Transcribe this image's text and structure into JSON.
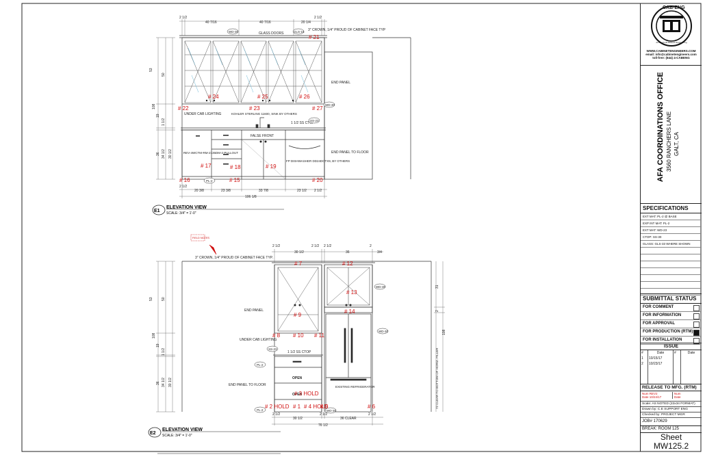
{
  "title_block": {
    "logo_text": "CAB-ENG",
    "logo_subtext": "Architectural Millwork Engineering",
    "website": "WWW.CABINETENGINEERS.COM",
    "email": "email: info@cabinetengineers.com",
    "phone": "toll-free: (844) 4-CABENG",
    "project_name": "AFA COORDINATIONS OFFICE",
    "address_line1": "3560 RANCHERS LANE",
    "address_line2": "GALT, CA",
    "specifications_title": "SPECIFICATIONS",
    "specs": [
      "EXT MAT: PL-2 @ BASE",
      "EXP INT MAT: PL-2",
      "EXT MAT: WD-23",
      "CTOP: SS-30",
      "GLASS: GLS-33 WHERE SHOWN"
    ],
    "submittal_title": "SUBMITTAL STATUS",
    "submittal_items": [
      {
        "label": "FOR COMMENT",
        "checked": false
      },
      {
        "label": "FOR INFORMATION",
        "checked": false
      },
      {
        "label": "FOR APPROVAL",
        "checked": false
      },
      {
        "label": "FOR PRODUCTION (RTM)",
        "checked": true
      },
      {
        "label": "FOR INSTALLATION",
        "checked": false
      }
    ],
    "issue_title": "ISSUE",
    "issue_headers": [
      "#",
      "Date",
      "#",
      "Date"
    ],
    "issue_rows": [
      [
        "1",
        "10/15/17",
        "",
        ""
      ],
      [
        "2",
        "10/23/17",
        "",
        ""
      ]
    ],
    "release_title": "RELEASE TO MFG. (RTM)",
    "release_num_rev": "Num REV2",
    "release_date": "Date 10/24/17",
    "release_num": "Num",
    "release_date2": "Date",
    "scale_note": "Scale: AS NOTED (22x34 FORMAT)",
    "drawn_by": "Drawn by: C.E SUPPORT ENG",
    "checked_by": "Checked by: PROJECT MGR",
    "job": "JOB# 170629",
    "break": "BREAK: ROOM 125",
    "sheet_label": "Sheet",
    "sheet_number": "MW125.2"
  },
  "e1": {
    "tag": "E1",
    "title": "ELEVATION VIEW",
    "scale": "SCALE: 3/4\" = 1'-0\"",
    "top_dims": [
      "2 1/2",
      "40 7/16",
      "40 7/16",
      "20 1/4",
      "2 1/2"
    ],
    "bottom_dims": [
      "2 1/2",
      "20 3/8",
      "23 3/8",
      "33 7/8",
      "23 1/2",
      "2 1/2"
    ],
    "overall": "106 1/8",
    "left_dims": [
      "53",
      "50",
      "108",
      "19",
      "1 1/2",
      "36",
      "34 1/2",
      "30 1/2"
    ],
    "notes": {
      "glass_doors": "GLASS DOORS",
      "crown": "3\" CROWN, 1/4\" PROUD OF CABINET FACE TYP",
      "end_panel": "END PANEL",
      "under_cab": "UNDER CAB LIGHTING",
      "kohler": "KOHLER STERLING 11600, SINK BY OTHERS",
      "ss_ctop": "1 1/2 SS CTOP",
      "false_front": "FALSE FRONT",
      "rev": "REV-4WCTM-RM-2135DM-2 PULLOUT",
      "fp": "FP DISHWASHER DD24DCTX9, BY OTHERS",
      "end_panel_floor": "END PANEL TO FLOOR"
    },
    "tags": [
      "WD-30",
      "GLS-15",
      "WD-30",
      "SS-23",
      "PL-2"
    ],
    "marks": [
      "# 21",
      "# 22",
      "# 23",
      "# 24",
      "# 25",
      "# 26",
      "# 27",
      "# 16",
      "# 17",
      "# 18",
      "# 19",
      "# 20",
      "# 15"
    ]
  },
  "e2": {
    "tag": "E2",
    "title": "ELEVATION VIEW",
    "scale": "SCALE: 3/4\" = 1'-0\"",
    "revision_tag": "FIELD NOTES",
    "top_dims": [
      "2 1/2",
      "30 1/2",
      "2 1/2",
      "2 1/2",
      "36",
      "2",
      "3/4"
    ],
    "bottom_dims": [
      "2 1/2",
      "30 1/2",
      "2 1/2",
      "36 CLEAR",
      "2 1/2"
    ],
    "overall": "76 1/2",
    "left_dims": [
      "53",
      "50",
      "108",
      "19",
      "1 1/2",
      "36",
      "34 1/2",
      "30 1/2"
    ],
    "right_dims": [
      "31",
      "2",
      "108",
      "72 CLEAR TO BOTTOM OF HORIZ. FILLER"
    ],
    "notes": {
      "crown": "3\" CROWN, 1/4\" PROUD OF CABINET FACE TYP.",
      "end_panel": "END PANEL",
      "under_cab": "UNDER CAB LIGHTING",
      "ss_ctop": "1 1/2 SS CTOP",
      "open1": "OPEN",
      "open2": "OPEN",
      "end_panel_floor": "END PANEL TO FLOOR",
      "fridge": "EXISTING REFRIGERATOR"
    },
    "tags": [
      "WD-30",
      "WD-30",
      "SS-23",
      "PL-2",
      "PL-2",
      "WD-30"
    ],
    "marks": [
      "# 7",
      "# 12",
      "# 13",
      "# 14",
      "# 9",
      "# 8",
      "# 10",
      "# 11",
      "# 2 HOLD",
      "# 1",
      "# 4 HOLD",
      "# 5",
      "# 6",
      "# 3 HOLD"
    ]
  }
}
